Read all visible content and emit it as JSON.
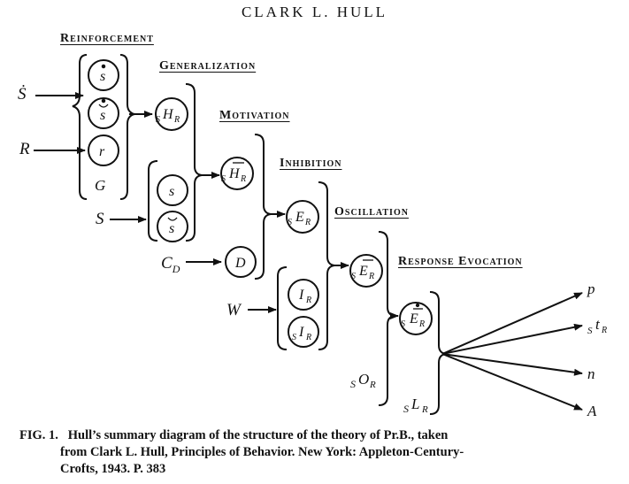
{
  "header": "CLARK L. HULL",
  "stages": {
    "reinforcement": "Reinforcement",
    "generalization": "Generalization",
    "motivation": "Motivation",
    "inhibition": "Inhibition",
    "oscillation": "Oscillation",
    "response_evocation": "Response Evocation"
  },
  "inputs": {
    "s_dot": "Ṡ",
    "r": "R",
    "g": "G",
    "s": "S",
    "cd": "C",
    "cd_sub": "D",
    "w": "W"
  },
  "nodes": {
    "s_dot": "s",
    "s_breve_dot": "s",
    "r": "r",
    "s": "s",
    "s_breve": "s",
    "d": "D",
    "ir": "I",
    "sir": "I",
    "shr": "H",
    "shr_bar": "H",
    "ser": "E",
    "ser_bar": "E",
    "ser_bar_dot": "E"
  },
  "side_terms": {
    "sor": "O",
    "slr": "L"
  },
  "outputs": {
    "p": "p",
    "str": "t",
    "n": "n",
    "a": "A"
  },
  "caption": {
    "prefix": "FIG. 1.",
    "line1": "Hull’s summary diagram of the structure of the theory of Pr.B., taken",
    "line2": "from Clark L. Hull, Principles of Behavior. New York: Appleton-Century-",
    "line3": "Crofts, 1943. P. 383"
  }
}
